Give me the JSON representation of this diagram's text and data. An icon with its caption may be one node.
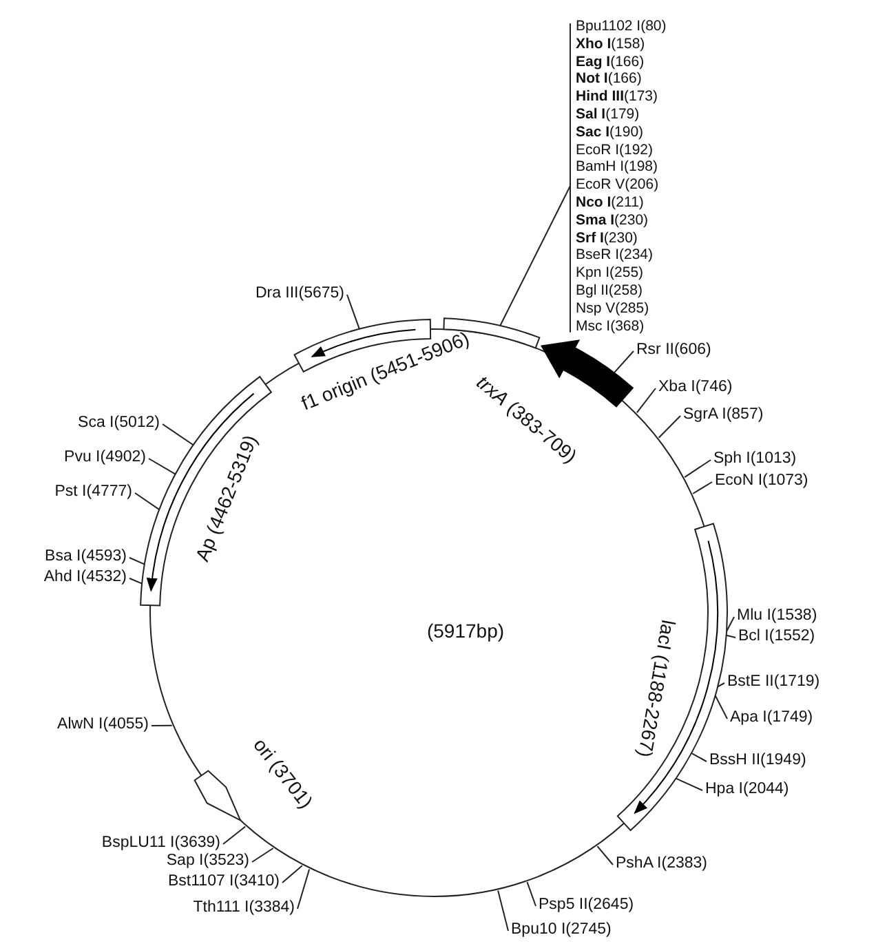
{
  "diagram": {
    "nodes": [
      {
        "text": [
          "f1 origin (5451-5906)"
        ]
      },
      {
        "text": [
          "Ap (4462-5319)"
        ]
      },
      {
        "text": [
          "*trxA* (383-709)"
        ]
      },
      {
        "text": [
          "lacI (1188-2267)"
        ]
      },
      {
        "text": [
          "ori (3701)"
        ]
      },
      {
        "text": [
          "Dra III(5675)"
        ]
      },
      {
        "text": [
          "Rsr II(606)"
        ]
      },
      {
        "text": [
          "Xba I(746)"
        ]
      },
      {
        "text": [
          "SgrA I(857)"
        ]
      },
      {
        "text": [
          "Sph I(1013)"
        ]
      },
      {
        "text": [
          "EcoN I(1073)"
        ]
      },
      {
        "text": [
          "Sca I(5012)"
        ]
      },
      {
        "text": [
          "Pvu I(4902)"
        ]
      },
      {
        "text": [
          "Pst I(4777)"
        ]
      },
      {
        "text": [
          "Bsa I(4593)"
        ]
      },
      {
        "text": [
          "Ahd I(4532)"
        ]
      },
      {
        "text": [
          "Mlu I(1538)"
        ]
      },
      {
        "text": [
          "Bcl I(1552)"
        ]
      },
      {
        "text": [
          "BstE II(1719)"
        ]
      },
      {
        "text": [
          "Apa I(1749)"
        ]
      },
      {
        "text": [
          "AlwN I(4055)"
        ]
      },
      {
        "text": [
          "BssH II(1949)"
        ]
      },
      {
        "text": [
          "Hpa I(2044)"
        ]
      },
      {
        "text": [
          "BspLU11 I(3639)"
        ]
      },
      {
        "text": [
          "Sap I(3523)"
        ]
      },
      {
        "text": [
          "Bst1107 I(3410)"
        ]
      },
      {
        "text": [
          "Tth111 I(3384)"
        ]
      },
      {
        "text": [
          "PshA I(2383)"
        ]
      },
      {
        "text": [
          "Psp5 II(2645)"
        ]
      },
      {
        "text": [
          "Bpu10 I(2745)"
        ]
      }
    ],
    "edges": [
      {
        "from": 5,
        "to": 0,
        "arrow": "none"
      },
      {
        "from": 6,
        "to": 2,
        "arrow": "none"
      },
      {
        "from": 7,
        "to": null,
        "arrow": "none"
      },
      {
        "from": 8,
        "to": null,
        "arrow": "none"
      },
      {
        "from": 9,
        "to": null,
        "arrow": "none"
      },
      {
        "from": 10,
        "to": null,
        "arrow": "none"
      },
      {
        "from": 11,
        "to": 1,
        "arrow": "none"
      },
      {
        "from": 12,
        "to": 1,
        "arrow": "none"
      },
      {
        "from": 13,
        "to": 1,
        "arrow": "none"
      },
      {
        "from": 14,
        "to": 1,
        "arrow": "none"
      },
      {
        "from": 15,
        "to": 1,
        "arrow": "none"
      },
      {
        "from": 16,
        "to": 3,
        "arrow": "none"
      },
      {
        "from": 17,
        "to": 3,
        "arrow": "none"
      },
      {
        "from": 18,
        "to": 3,
        "arrow": "none"
      },
      {
        "from": 19,
        "to": 3,
        "arrow": "none"
      },
      {
        "from": 20,
        "to": null,
        "arrow": "none"
      },
      {
        "from": 21,
        "to": 3,
        "arrow": "none"
      },
      {
        "from": 22,
        "to": 3,
        "arrow": "none"
      },
      {
        "from": 23,
        "to": 4,
        "arrow": "none"
      },
      {
        "from": 24,
        "to": null,
        "arrow": "none"
      },
      {
        "from": 25,
        "to": null,
        "arrow": "none"
      },
      {
        "from": 26,
        "to": null,
        "arrow": "none"
      },
      {
        "from": 27,
        "to": null,
        "arrow": "none"
      },
      {
        "from": 28,
        "to": null,
        "arrow": "none"
      },
      {
        "from": 29,
        "to": null,
        "arrow": "none"
      }
    ],
    "labels": [
      "Bpu1102 I(80)",
      "**Xho I**(158)",
      "**Eag I**(166)",
      "**Not I**(166)",
      "**Hind III**(173)",
      "**Sal I**(179)",
      "**Sac I**(190)",
      "EcoR I(192)",
      "BamH I(198)",
      "EcoR V(206)",
      "**Nco I**(211)",
      "**Sma I**(230)",
      "**Srf I**(230)",
      "BseR I(234)",
      "Kpn I(255)",
      "Bgl II(258)",
      "Nsp V(285)",
      "Msc I(368)",
      "(5917bp)"
    ]
  }
}
